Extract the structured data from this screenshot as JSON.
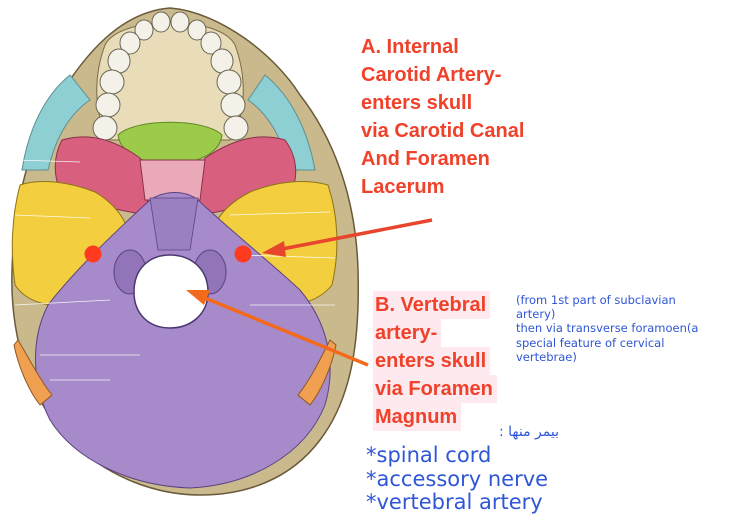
{
  "label_a": {
    "lines": [
      "A. Internal",
      "Carotid Artery-",
      "enters skull",
      "via Carotid Canal",
      "And Foramen",
      "Lacerum"
    ]
  },
  "label_b": {
    "lines": [
      "B. Vertebral",
      "artery-",
      "enters skull",
      "via Foramen",
      "Magnum"
    ]
  },
  "note": {
    "lines": [
      "(from 1st part of subclavian",
      "artery)",
      "then via transverse foramoen(a",
      "special feature of cervical",
      "vertebrae)"
    ]
  },
  "arabic_note": "بيمر منها :",
  "passes_list": [
    "*spinal cord",
    "*accessory nerve",
    "*vertebral artery"
  ],
  "colors": {
    "label_red": "#f0412a",
    "arrow_red": "#e8452e",
    "arrow_orange": "#f36a1c",
    "note_blue": "#2f56d6",
    "occipital_purple": "#a68ac9",
    "temporal_yellow": "#f3cf3f",
    "sphenoid_pink": "#d8607e",
    "palatine_green": "#9ccb4a",
    "zygomatic_cyan": "#8ecfd4",
    "dot_red": "#ff3b1f"
  }
}
